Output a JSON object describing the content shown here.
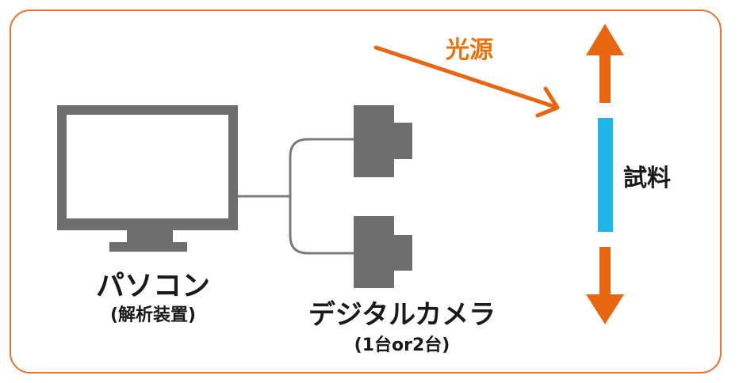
{
  "colors": {
    "frame": "#e8732a",
    "accent_orange": "#e8660f",
    "device_gray": "#6e6e6e",
    "cable_gray": "#7a7a7a",
    "sample_blue": "#1fb6ea"
  },
  "labels": {
    "pc": "パソコン",
    "pc_sub": "(解析装置)",
    "camera": "デジタルカメラ",
    "camera_sub": "(1台or2台)",
    "light_source": "光源",
    "sample": "試料"
  },
  "icons": {
    "monitor": "monitor-icon",
    "camera_top": "camera-icon",
    "camera_bottom": "camera-icon",
    "light_arrow": "arrow-icon",
    "up_arrow": "arrow-up-icon",
    "down_arrow": "arrow-down-icon"
  }
}
